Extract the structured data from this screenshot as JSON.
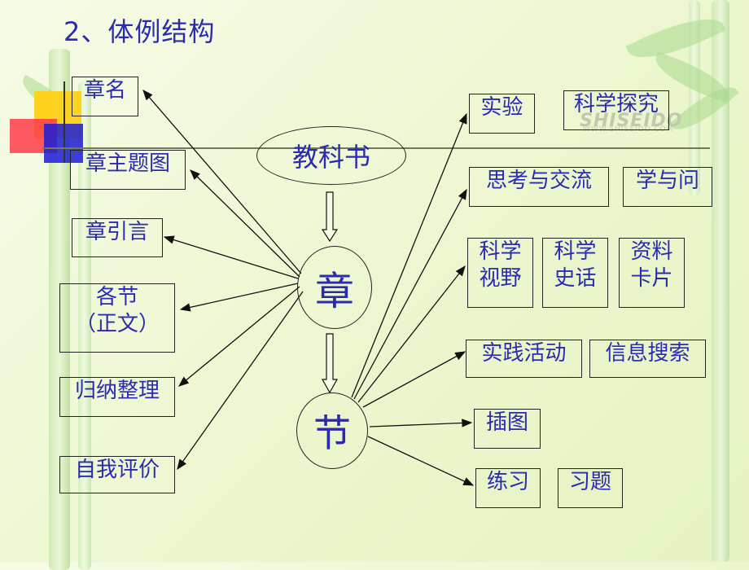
{
  "title": "2、体例结构",
  "nodes": {
    "textbook": "教科书",
    "chapter": "章",
    "section": "节"
  },
  "left_boxes": [
    {
      "id": "chapter-name",
      "lines": [
        "章名"
      ]
    },
    {
      "id": "chapter-theme-image",
      "lines": [
        "章主题图"
      ]
    },
    {
      "id": "chapter-intro",
      "lines": [
        "章引言"
      ]
    },
    {
      "id": "sections-main-text",
      "lines": [
        "各节",
        "（正文）"
      ]
    },
    {
      "id": "summary",
      "lines": [
        "归纳整理"
      ]
    },
    {
      "id": "self-evaluation",
      "lines": [
        "自我评价"
      ]
    }
  ],
  "right_boxes": [
    {
      "id": "experiment",
      "lines": [
        "实验"
      ]
    },
    {
      "id": "scientific-inquiry",
      "lines": [
        "科学探究"
      ]
    },
    {
      "id": "think-and-discuss",
      "lines": [
        "思考与交流"
      ]
    },
    {
      "id": "learn-and-ask",
      "lines": [
        "学与问"
      ]
    },
    {
      "id": "science-vision",
      "lines": [
        "科学",
        "视野"
      ]
    },
    {
      "id": "science-history",
      "lines": [
        "科学",
        "史话"
      ]
    },
    {
      "id": "info-card",
      "lines": [
        "资料",
        "卡片"
      ]
    },
    {
      "id": "practice-activity",
      "lines": [
        "实践活动"
      ]
    },
    {
      "id": "info-search",
      "lines": [
        "信息搜索"
      ]
    },
    {
      "id": "illustration",
      "lines": [
        "插图"
      ]
    },
    {
      "id": "exercise",
      "lines": [
        "练习"
      ]
    },
    {
      "id": "problems",
      "lines": [
        "习题"
      ]
    }
  ],
  "watermark": {
    "brand": "SHISEIDO",
    "url": "WWW.SHISEIDO.COM"
  },
  "colors": {
    "text": "#2b2bb0",
    "background": "#eef7d2",
    "deco_yellow": "#ffd21f",
    "deco_red": "#ff3b4a",
    "deco_blue": "#1d1dd6"
  }
}
